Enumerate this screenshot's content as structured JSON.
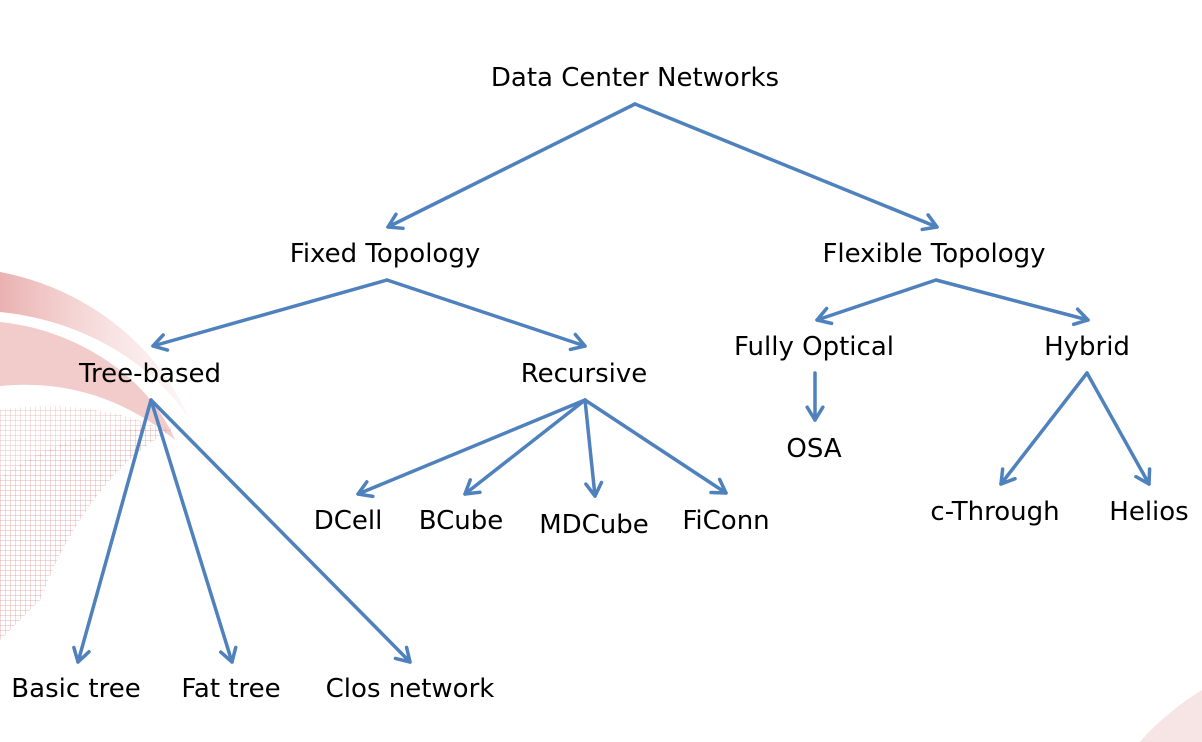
{
  "diagram": {
    "nodes": [
      {
        "id": "dcn",
        "label": "Data Center Networks"
      },
      {
        "id": "fixed",
        "label": "Fixed Topology"
      },
      {
        "id": "flexible",
        "label": "Flexible Topology"
      },
      {
        "id": "tree",
        "label": "Tree-based"
      },
      {
        "id": "recursive",
        "label": "Recursive"
      },
      {
        "id": "optical",
        "label": "Fully Optical"
      },
      {
        "id": "hybrid",
        "label": "Hybrid"
      },
      {
        "id": "osa",
        "label": "OSA"
      },
      {
        "id": "dcell",
        "label": "DCell"
      },
      {
        "id": "bcube",
        "label": "BCube"
      },
      {
        "id": "mdcube",
        "label": "MDCube"
      },
      {
        "id": "ficonn",
        "label": "FiConn"
      },
      {
        "id": "cthrough",
        "label": "c-Through"
      },
      {
        "id": "helios",
        "label": "Helios"
      },
      {
        "id": "basictree",
        "label": "Basic tree"
      },
      {
        "id": "fattree",
        "label": "Fat tree"
      },
      {
        "id": "clos",
        "label": "Clos network"
      }
    ],
    "edges": [
      {
        "from": "dcn",
        "to": "fixed"
      },
      {
        "from": "dcn",
        "to": "flexible"
      },
      {
        "from": "fixed",
        "to": "tree"
      },
      {
        "from": "fixed",
        "to": "recursive"
      },
      {
        "from": "flexible",
        "to": "optical"
      },
      {
        "from": "flexible",
        "to": "hybrid"
      },
      {
        "from": "optical",
        "to": "osa"
      },
      {
        "from": "hybrid",
        "to": "cthrough"
      },
      {
        "from": "hybrid",
        "to": "helios"
      },
      {
        "from": "recursive",
        "to": "dcell"
      },
      {
        "from": "recursive",
        "to": "bcube"
      },
      {
        "from": "recursive",
        "to": "mdcube"
      },
      {
        "from": "recursive",
        "to": "ficonn"
      },
      {
        "from": "tree",
        "to": "basictree"
      },
      {
        "from": "tree",
        "to": "fattree"
      },
      {
        "from": "tree",
        "to": "clos"
      }
    ]
  },
  "colors": {
    "arrow": "#4f81bd",
    "title_accent": "#c0282d",
    "decoration": "#e8a3a3"
  }
}
